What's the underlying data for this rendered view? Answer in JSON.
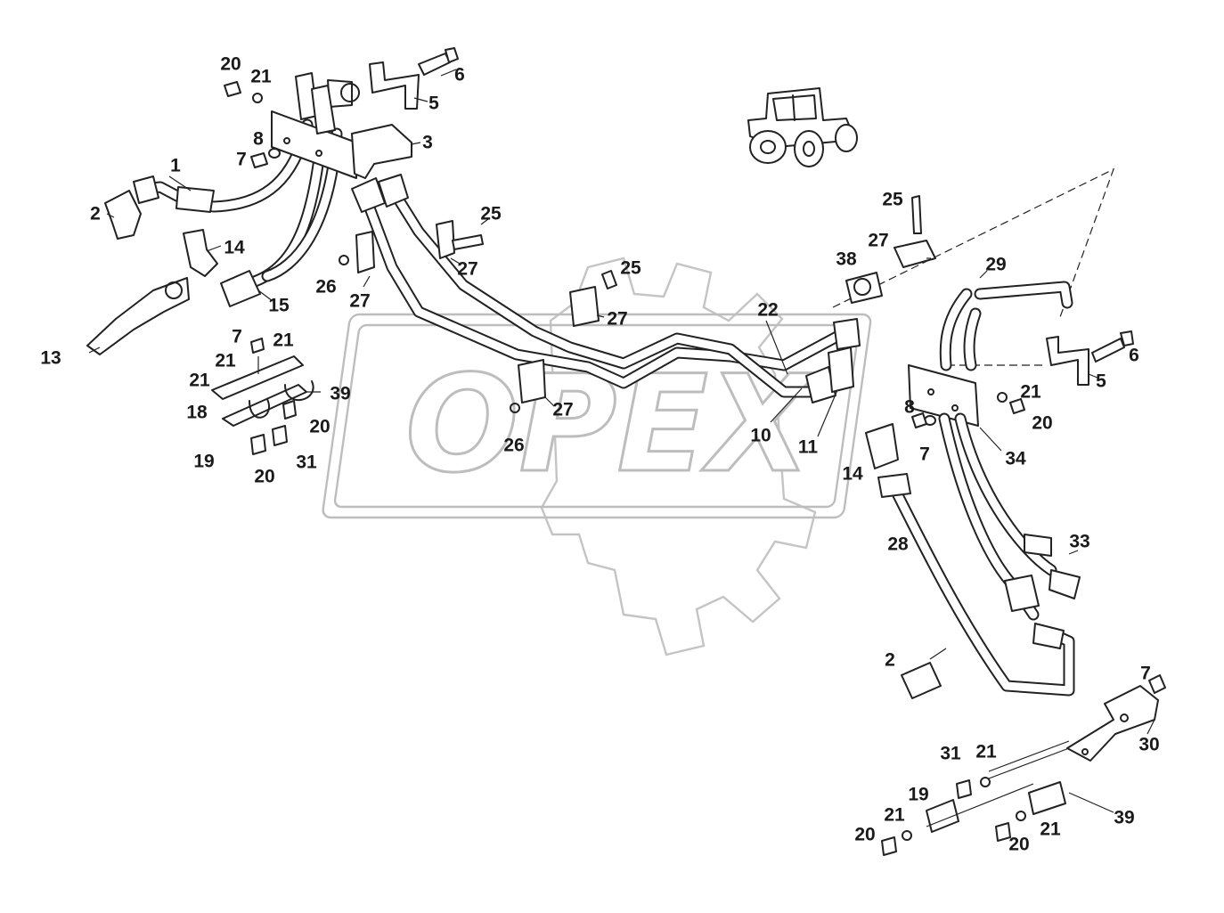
{
  "watermark": {
    "text": "OPEX",
    "color": "#bdbdbd"
  },
  "icons": {
    "vehicle": "tractor-icon"
  },
  "callouts": [
    {
      "id": "c-20-a",
      "label": "20"
    },
    {
      "id": "c-21-a",
      "label": "21"
    },
    {
      "id": "c-6-a",
      "label": "6"
    },
    {
      "id": "c-5-a",
      "label": "5"
    },
    {
      "id": "c-3",
      "label": "3"
    },
    {
      "id": "c-8-a",
      "label": "8"
    },
    {
      "id": "c-7-a",
      "label": "7"
    },
    {
      "id": "c-1",
      "label": "1"
    },
    {
      "id": "c-2-a",
      "label": "2"
    },
    {
      "id": "c-14-a",
      "label": "14"
    },
    {
      "id": "c-15",
      "label": "15"
    },
    {
      "id": "c-13",
      "label": "13"
    },
    {
      "id": "c-25-a",
      "label": "25"
    },
    {
      "id": "c-27-a",
      "label": "27"
    },
    {
      "id": "c-26-a",
      "label": "26"
    },
    {
      "id": "c-27-b",
      "label": "27"
    },
    {
      "id": "c-25-b",
      "label": "25"
    },
    {
      "id": "c-27-c",
      "label": "27"
    },
    {
      "id": "c-27-d",
      "label": "27"
    },
    {
      "id": "c-26-b",
      "label": "26"
    },
    {
      "id": "c-7-b",
      "label": "7"
    },
    {
      "id": "c-21-b",
      "label": "21"
    },
    {
      "id": "c-21-c",
      "label": "21"
    },
    {
      "id": "c-21-d",
      "label": "21"
    },
    {
      "id": "c-39-a",
      "label": "39"
    },
    {
      "id": "c-18",
      "label": "18"
    },
    {
      "id": "c-20-b",
      "label": "20"
    },
    {
      "id": "c-19-a",
      "label": "19"
    },
    {
      "id": "c-31-a",
      "label": "31"
    },
    {
      "id": "c-20-c",
      "label": "20"
    },
    {
      "id": "c-22",
      "label": "22"
    },
    {
      "id": "c-10",
      "label": "10"
    },
    {
      "id": "c-11",
      "label": "11"
    },
    {
      "id": "c-25-c",
      "label": "25"
    },
    {
      "id": "c-27-e",
      "label": "27"
    },
    {
      "id": "c-38",
      "label": "38"
    },
    {
      "id": "c-29",
      "label": "29"
    },
    {
      "id": "c-6-b",
      "label": "6"
    },
    {
      "id": "c-5-b",
      "label": "5"
    },
    {
      "id": "c-21-e",
      "label": "21"
    },
    {
      "id": "c-20-d",
      "label": "20"
    },
    {
      "id": "c-8-b",
      "label": "8"
    },
    {
      "id": "c-7-c",
      "label": "7"
    },
    {
      "id": "c-34",
      "label": "34"
    },
    {
      "id": "c-14-b",
      "label": "14"
    },
    {
      "id": "c-28",
      "label": "28"
    },
    {
      "id": "c-33",
      "label": "33"
    },
    {
      "id": "c-2-b",
      "label": "2"
    },
    {
      "id": "c-7-d",
      "label": "7"
    },
    {
      "id": "c-30",
      "label": "30"
    },
    {
      "id": "c-31-b",
      "label": "31"
    },
    {
      "id": "c-21-f",
      "label": "21"
    },
    {
      "id": "c-19-b",
      "label": "19"
    },
    {
      "id": "c-39-b",
      "label": "39"
    },
    {
      "id": "c-21-g",
      "label": "21"
    },
    {
      "id": "c-20-e",
      "label": "20"
    },
    {
      "id": "c-20-f",
      "label": "20"
    },
    {
      "id": "c-21-h",
      "label": "21"
    }
  ]
}
